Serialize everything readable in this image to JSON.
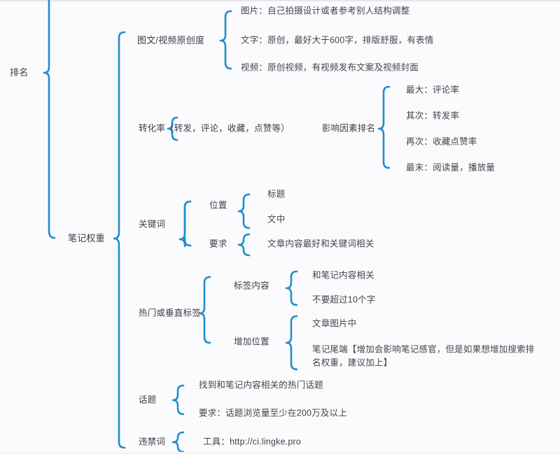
{
  "theme": {
    "brace_color": "#1f8ecd",
    "text_color": "#3d3d44",
    "background": "#fbfbfe"
  },
  "diagram": {
    "type": "mindmap-brace",
    "title": "排名",
    "root": {
      "label": "排名",
      "children": [
        {
          "label": "图文/视频原创度",
          "children": [
            {
              "label": "图片：自己拍摄设计或者参考别人结构调整"
            },
            {
              "label": "文字：原创，最好大于600字，排版舒服，有表情"
            },
            {
              "label": "视频：原创视频，有视频发布文案及视频封面"
            }
          ]
        },
        {
          "label": "笔记权重",
          "children": [
            {
              "label": "转化率（转发，评论，收藏，点赞等）",
              "children": [
                {
                  "label": "影响因素排名",
                  "children": [
                    {
                      "label": "最大：评论率"
                    },
                    {
                      "label": "其次：转发率"
                    },
                    {
                      "label": "再次：收藏点赞率"
                    },
                    {
                      "label": "最末：阅读量，播放量"
                    }
                  ]
                }
              ]
            },
            {
              "label": "关键词",
              "children": [
                {
                  "label": "位置",
                  "children": [
                    {
                      "label": "标题"
                    },
                    {
                      "label": "文中"
                    }
                  ]
                },
                {
                  "label": "要求",
                  "children": [
                    {
                      "label": "文章内容最好和关键词相关"
                    }
                  ]
                }
              ]
            },
            {
              "label": "热门或垂直标签",
              "children": [
                {
                  "label": "标签内容",
                  "children": [
                    {
                      "label": "和笔记内容相关"
                    },
                    {
                      "label": "不要超过10个字"
                    }
                  ]
                },
                {
                  "label": "增加位置",
                  "children": [
                    {
                      "label": "文章图片中"
                    },
                    {
                      "label": "笔记尾端【增加会影响笔记感官，但是如果想增加搜索排名权重，建议加上】"
                    }
                  ]
                }
              ]
            },
            {
              "label": "话题",
              "children": [
                {
                  "label": "找到和笔记内容相关的热门话题"
                },
                {
                  "label": "要求：话题浏览量至少在200万及以上"
                }
              ]
            },
            {
              "label": "违禁词",
              "children": [
                {
                  "label": "工具：http://ci.lingke.pro"
                }
              ]
            }
          ]
        }
      ]
    }
  },
  "nodes": {
    "root": "排名",
    "l1_originality": "图文/视频原创度",
    "l1_weight": "笔记权重",
    "orig_image": "图片：自己拍摄设计或者参考别人结构调整",
    "orig_text": "文字：原创，最好大于600字，排版舒服，有表情",
    "orig_video": "视频：原创视频，有视频发布文案及视频封面",
    "conversion": "转化率（转发，评论，收藏，点赞等）",
    "factors": "影响因素排名",
    "factor_1": "最大：评论率",
    "factor_2": "其次：转发率",
    "factor_3": "再次：收藏点赞率",
    "factor_4": "最末：阅读量，播放量",
    "keyword": "关键词",
    "kw_position": "位置",
    "kw_pos_title": "标题",
    "kw_pos_body": "文中",
    "kw_require": "要求",
    "kw_require_text": "文章内容最好和关键词相关",
    "tags": "热门或垂直标签",
    "tag_content": "标签内容",
    "tag_content_1": "和笔记内容相关",
    "tag_content_2": "不要超过10个字",
    "tag_position": "增加位置",
    "tag_position_1": "文章图片中",
    "tag_position_2": "笔记尾端【增加会影响笔记感官，但是如果想增加搜索排名权重，建议加上】",
    "topic": "话题",
    "topic_1": "找到和笔记内容相关的热门话题",
    "topic_2": "要求：话题浏览量至少在200万及以上",
    "banned": "违禁词",
    "banned_tool": "工具：http://ci.lingke.pro"
  }
}
